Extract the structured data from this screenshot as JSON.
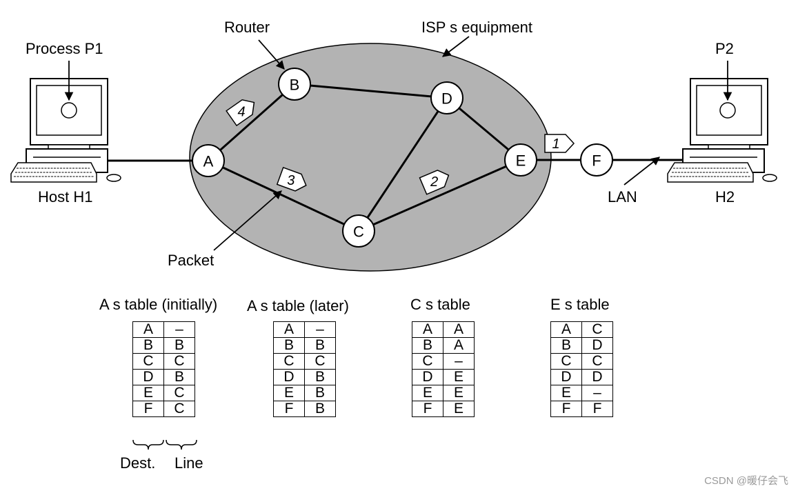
{
  "labels": {
    "process_p1": "Process P1",
    "router": "Router",
    "isp": "ISP s equipment",
    "p2": "P2",
    "host_h1": "Host H1",
    "h2": "H2",
    "lan": "LAN",
    "packet": "Packet"
  },
  "nodes": {
    "A": "A",
    "B": "B",
    "C": "C",
    "D": "D",
    "E": "E",
    "F": "F"
  },
  "packets": {
    "p1": "1",
    "p2": "2",
    "p3": "3",
    "p4": "4"
  },
  "tables": [
    {
      "title": "A s table (initially)",
      "rows": [
        [
          "A",
          "–"
        ],
        [
          "B",
          "B"
        ],
        [
          "C",
          "C"
        ],
        [
          "D",
          "B"
        ],
        [
          "E",
          "C"
        ],
        [
          "F",
          "C"
        ]
      ]
    },
    {
      "title": "A s table (later)",
      "rows": [
        [
          "A",
          "–"
        ],
        [
          "B",
          "B"
        ],
        [
          "C",
          "C"
        ],
        [
          "D",
          "B"
        ],
        [
          "E",
          "B"
        ],
        [
          "F",
          "B"
        ]
      ]
    },
    {
      "title": "C s table",
      "rows": [
        [
          "A",
          "A"
        ],
        [
          "B",
          "A"
        ],
        [
          "C",
          "–"
        ],
        [
          "D",
          "E"
        ],
        [
          "E",
          "E"
        ],
        [
          "F",
          "E"
        ]
      ]
    },
    {
      "title": "E s table",
      "rows": [
        [
          "A",
          "C"
        ],
        [
          "B",
          "D"
        ],
        [
          "C",
          "C"
        ],
        [
          "D",
          "D"
        ],
        [
          "E",
          "–"
        ],
        [
          "F",
          "F"
        ]
      ]
    }
  ],
  "legend": {
    "dest": "Dest.",
    "line": "Line"
  },
  "watermark": "CSDN @暖仔会飞",
  "colors": {
    "isp_fill": "#b3b3b3",
    "line": "#000000"
  }
}
